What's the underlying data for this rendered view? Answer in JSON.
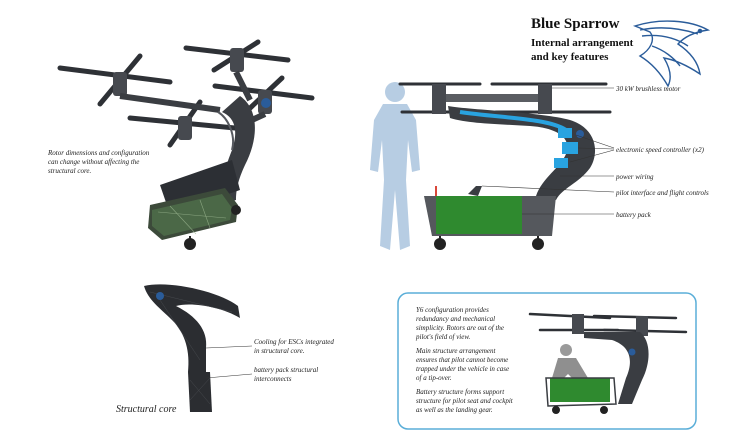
{
  "header": {
    "title": "Blue Sparrow",
    "subtitle_line1": "Internal arrangement",
    "subtitle_line2": "and key features"
  },
  "annotations": {
    "rotor_note": [
      "Rotor dimensions and configuration",
      "can change without affecting the",
      "structural core."
    ],
    "motor": "30 kW brushless motor",
    "esc": "electronic speed controller (x2)",
    "power_wiring": "power wiring",
    "pilot_interface": "pilot interface and flight controls",
    "battery_pack": "battery pack",
    "cooling": [
      "Cooling for ESCs integrated",
      "in structural core."
    ],
    "battery_interconnect": [
      "battery pack structural",
      "interconnects"
    ],
    "structural_core": "Structural core"
  },
  "feature_box": {
    "para1": [
      "Y6 configuration provides",
      "redundancy and mechanical",
      "simplicity. Rotors are out of the",
      "pilot's field of view."
    ],
    "para2": [
      "Main structure arrangement",
      "ensures that pilot cannot become",
      "trapped under the vehicle in case",
      "of a tip-over."
    ],
    "para3": [
      "Battery structure forms support",
      "structure for pilot seat and cockpit",
      "as well as the landing gear."
    ]
  },
  "colors": {
    "frame": "#3a3d42",
    "battery": "#2f8a2f",
    "esc": "#29a3e0",
    "silhouette": "#b7cde3",
    "box_border": "#5aaed8",
    "logo": "#2a5c9a"
  }
}
